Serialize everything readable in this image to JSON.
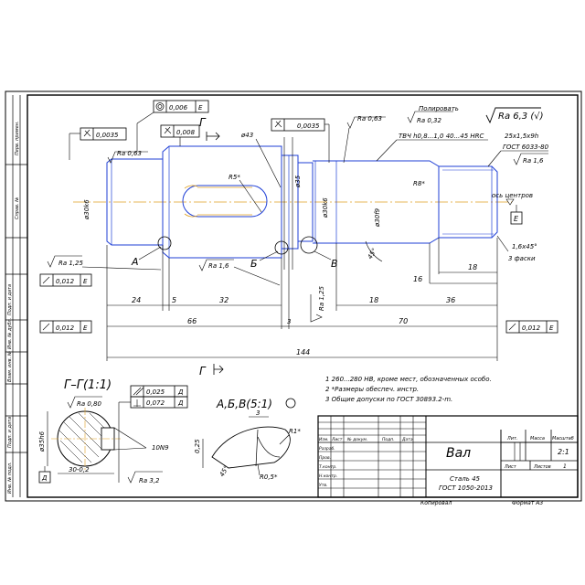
{
  "side_labels": [
    "Перв. примен.",
    "Справ. №",
    "Подп. и дата",
    "Инв. № дубл.",
    "Взам. инв. №",
    "Подп. и дата",
    "Инв. № подл."
  ],
  "roughness_main": "Ra 6,3 (√)",
  "labels": {
    "polish": "Полировать",
    "ra032": "Ra 0,32",
    "hardening": "ТВЧ h0,8...1,0 40...45 HRC",
    "ra063_top": "Ra 0,63",
    "thread": "25x1,5x9h",
    "gost_thread": "ГОСТ 6033-80",
    "ra16_thread": "Ra 1,6",
    "center_axis": "ось центров",
    "datum_e": "Е",
    "chamfer": "1,6x45°",
    "chamfers_3": "3 фаски",
    "section_g": "Г",
    "sec_a": "А",
    "sec_b": "Б",
    "sec_v": "В",
    "r5": "R5*",
    "r8": "R8*",
    "d43": "ø43",
    "d35": "ø35",
    "d30k6_l": "ø30k6",
    "d30k6_r": "ø30k6",
    "d30f9": "ø30f9",
    "ra063_l": "Ra 0,63",
    "ra125_l": "Ra 1,25",
    "ra16_mid": "Ra 1,6",
    "ra125_mid": "Ra 1,25",
    "tol_0035_a": "0,0035",
    "tol_0008": "0,008",
    "tol_0006": "0,006",
    "tol_0035_b": "0,0035",
    "tol_0012_l": "0,012",
    "tol_0012_l2": "0,012",
    "tol_0012_r": "0,012",
    "e": "Е"
  },
  "dimensions": {
    "d24": "24",
    "d5": "5",
    "d32": "32",
    "d66": "66",
    "d3": "3",
    "d18a": "18",
    "d36": "36",
    "d70": "70",
    "d144": "144",
    "d16": "16",
    "d18b": "18",
    "d45": "45°"
  },
  "section_view": {
    "title": "Г–Г(1:1)",
    "ra080": "Ra 0,80",
    "d35h6": "ø35h6",
    "tol_0025": "0,025",
    "tol_0072": "0,072",
    "d_label": "Д",
    "fit_10n9": "10N9",
    "dim_30": "30-0,2",
    "ra32": "Ra 3,2"
  },
  "detail_view": {
    "title": "А,Б,В(5:1)",
    "d3": "3",
    "r1": "R1*",
    "r05": "R0,5*",
    "d025": "0,25",
    "angle45": "45°"
  },
  "notes": [
    "1 260...280 HB, кроме мест, обозначенных особо.",
    "2 *Размеры обеспеч. инстр.",
    "3 Общие допуски по ГОСТ 30893.2-m."
  ],
  "title_block": {
    "name": "Вал",
    "material_1": "Сталь 45",
    "material_2": "ГОСТ 1050-2013",
    "lit": "Лит.",
    "mass": "Масса",
    "scale": "Масштаб",
    "scale_val": "2:1",
    "sheet": "Лист",
    "sheets": "Листов",
    "sheets_val": "1",
    "rows": [
      "Изм.",
      "Лист",
      "№ докум.",
      "Подп.",
      "Дата"
    ],
    "people": [
      "Разраб.",
      "Пров.",
      "Т.контр.",
      "Н.контр.",
      "Утв."
    ],
    "copied": "Копировал",
    "format": "Формат A3"
  }
}
